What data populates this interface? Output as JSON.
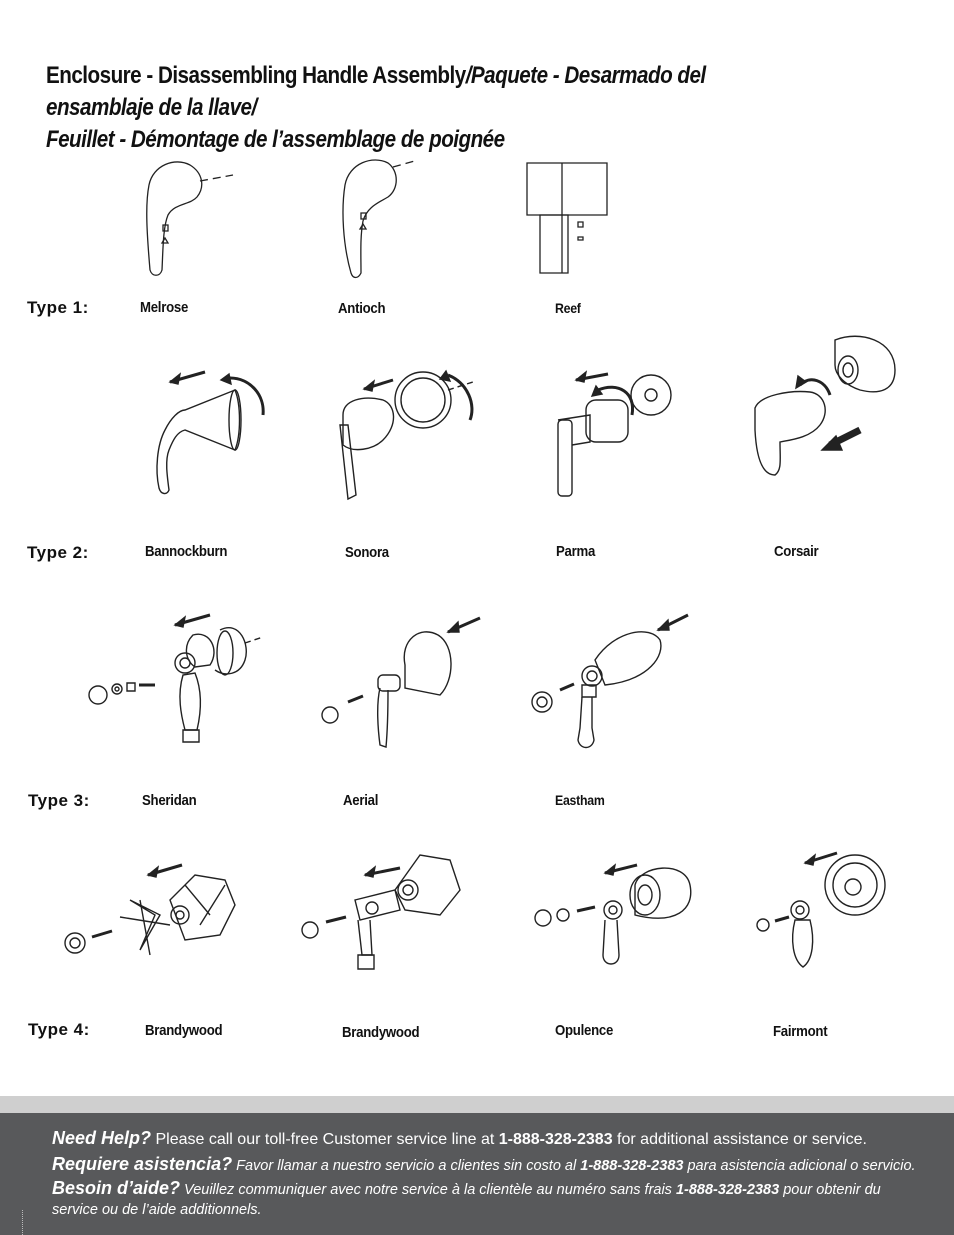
{
  "header": {
    "title_part1": "Enclosure - Disassembling Handle Assembly",
    "title_part2": "/Paquete - Desarmado del ensamblaje de la llave/",
    "title_part3": "Feuillet - Démontage de l’assemblage de poignée"
  },
  "types": [
    {
      "label": "Type 1:",
      "models": [
        "Melrose",
        "Antioch",
        "Reef"
      ]
    },
    {
      "label": "Type 2:",
      "models": [
        "Bannockburn",
        "Sonora",
        "Parma",
        "Corsair"
      ]
    },
    {
      "label": "Type 3:",
      "models": [
        "Sheridan",
        "Aerial",
        "Eastham"
      ]
    },
    {
      "label": "Type 4:",
      "models": [
        "Brandywood",
        "Brandywood",
        "Opulence",
        "Fairmont"
      ]
    }
  ],
  "footer": {
    "en_lead": "Need Help?",
    "en_text": " Please call our toll-free Customer service line at ",
    "phone": "1-888-328-2383",
    "en_tail": " for additional assistance or service.",
    "es_lead": "Requiere asistencia?",
    "es_text": " Favor llamar a nuestro servicio a clientes sin costo al ",
    "es_tail": " para asistencia adicional o servicio.",
    "fr_lead": "Besoin d’aide?",
    "fr_text": " Veuillez communiquer avec notre service à la clientèle au numéro sans frais ",
    "fr_tail": " pour obtenir du",
    "fr_line2": "service ou de l’aide additionnels."
  }
}
